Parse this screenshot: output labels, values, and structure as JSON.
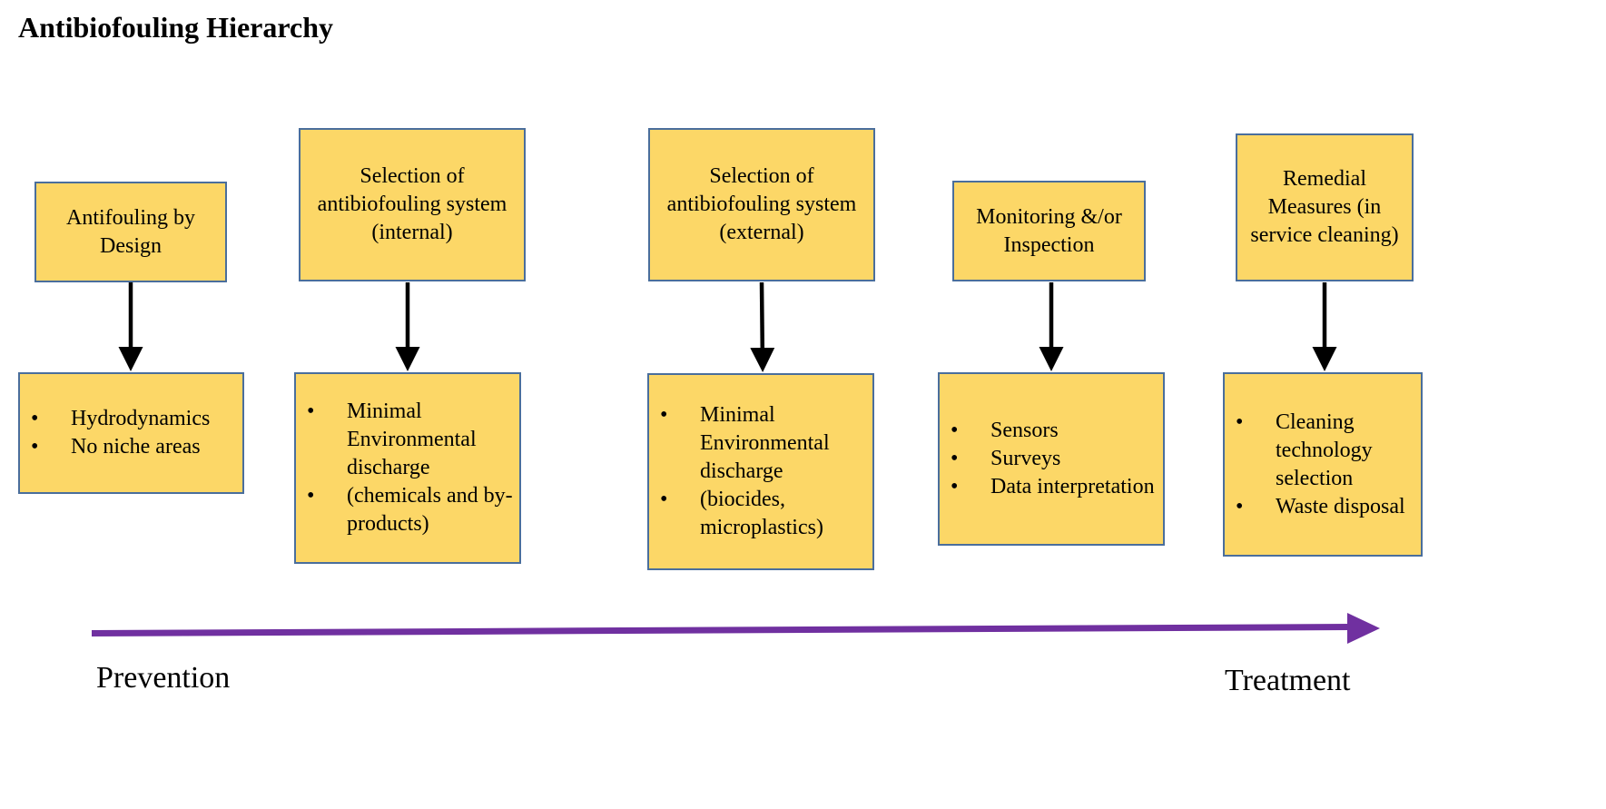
{
  "title": "Antibiofouling Hierarchy",
  "colors": {
    "box_fill": "#FCD767",
    "box_border": "#4A6E9C",
    "connector": "#000000",
    "axis_arrow": "#7030A0"
  },
  "stages": [
    {
      "label": "Antifouling by Design",
      "items": [
        "Hydrodynamics",
        "No niche areas"
      ]
    },
    {
      "label": "Selection of antibiofouling system (internal)",
      "items": [
        "Minimal Environmental discharge",
        "(chemicals and by-products)"
      ]
    },
    {
      "label": "Selection of antibiofouling system (external)",
      "items": [
        "Minimal Environmental discharge",
        "(biocides, microplastics)"
      ]
    },
    {
      "label": "Monitoring &/or Inspection",
      "items": [
        "Sensors",
        "Surveys",
        "Data interpretation"
      ]
    },
    {
      "label": "Remedial Measures (in service cleaning)",
      "items": [
        "Cleaning technology selection",
        "Waste disposal"
      ]
    }
  ],
  "axis": {
    "start_label": "Prevention",
    "end_label": "Treatment"
  }
}
